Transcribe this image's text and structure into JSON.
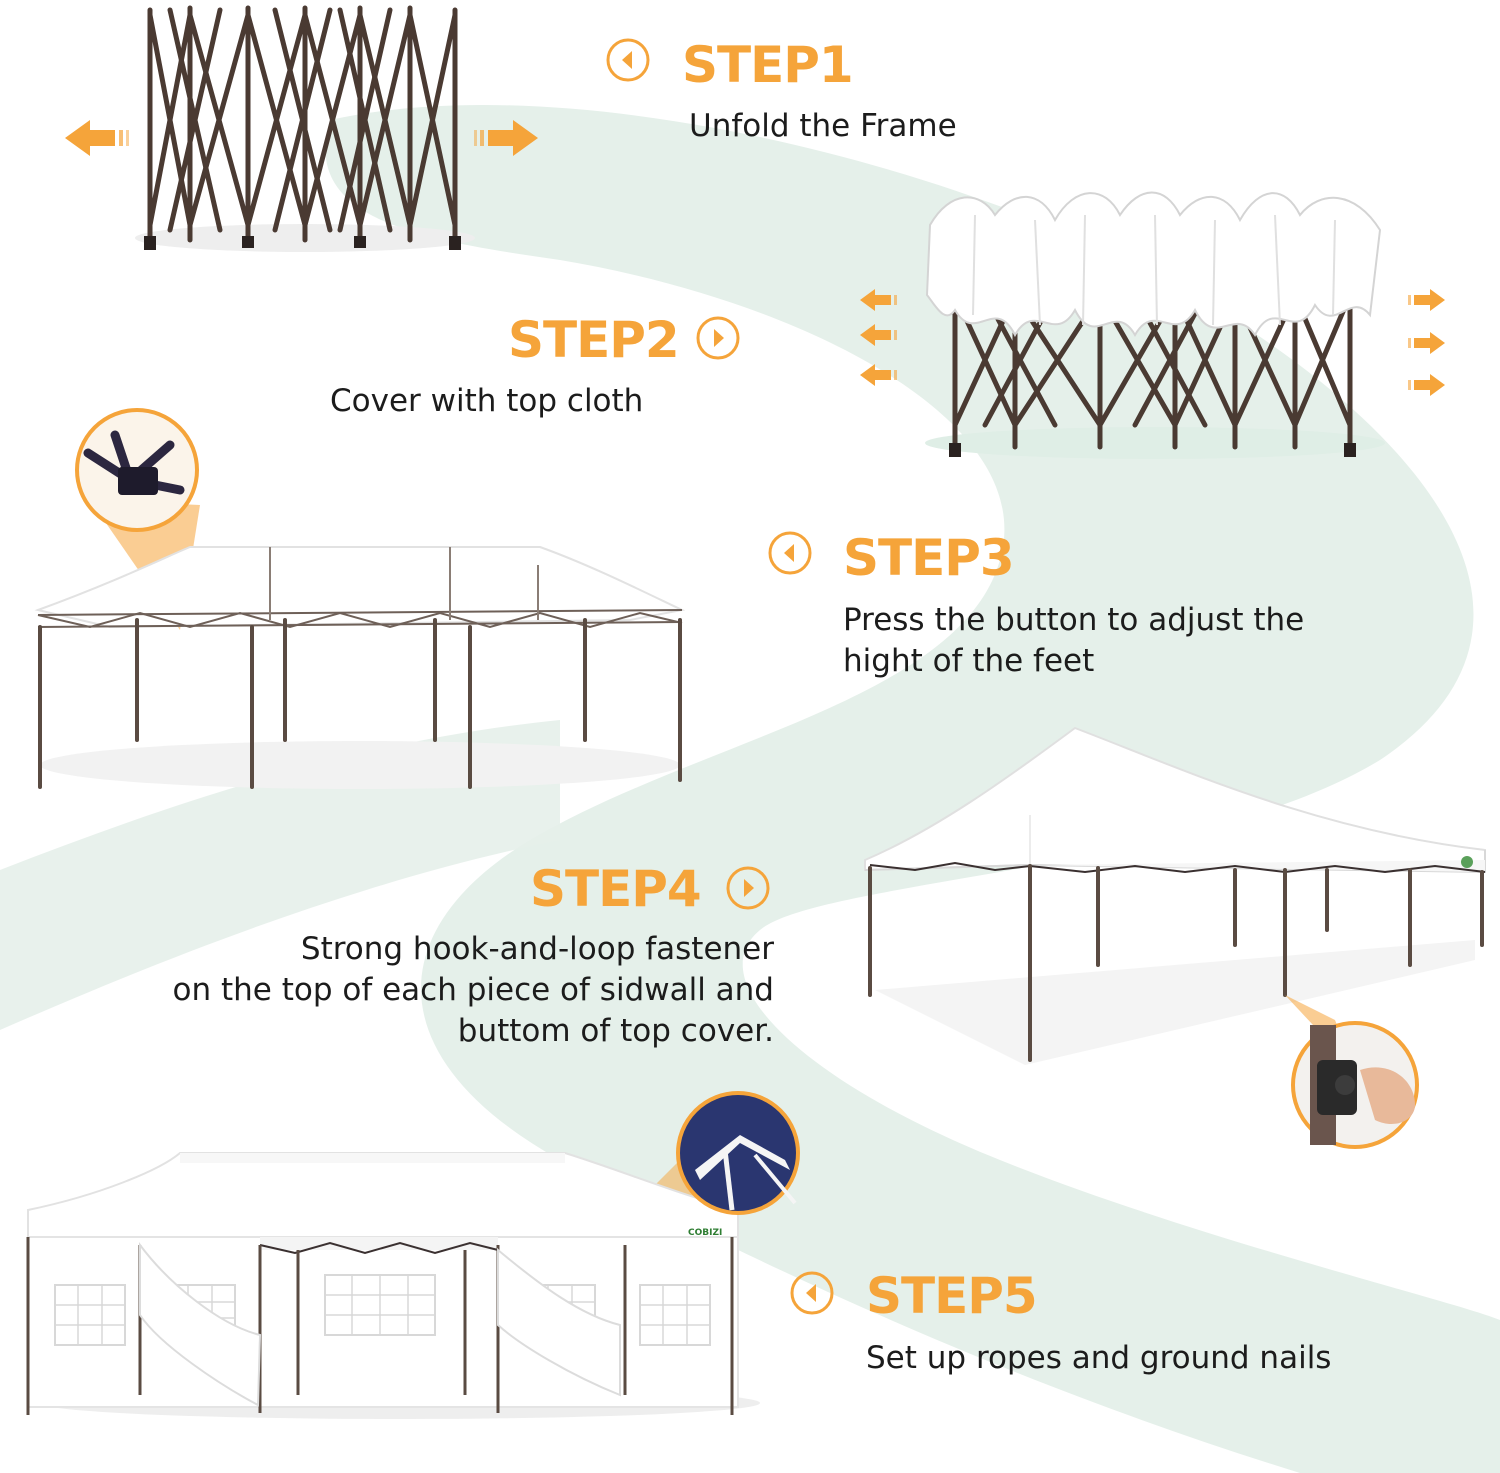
{
  "colors": {
    "accent": "#f5a43a",
    "accent_light": "#fbd09a",
    "band": "#e5f0ea",
    "frame": "#4a3a32",
    "canopy": "#ffffff",
    "text": "#1c1c1c",
    "sidewall_blue": "#2a3670"
  },
  "steps": [
    {
      "title": "STEP1",
      "icon": "chevron-left-circle-icon",
      "lines": [
        "Unfold the Frame"
      ]
    },
    {
      "title": "STEP2",
      "icon": "chevron-right-circle-icon",
      "lines": [
        "Cover with top cloth"
      ]
    },
    {
      "title": "STEP3",
      "icon": "chevron-left-circle-icon",
      "lines": [
        "Press the button to adjust the",
        "hight of the feet"
      ]
    },
    {
      "title": "STEP4",
      "icon": "chevron-right-circle-icon",
      "lines": [
        "Strong hook-and-loop fastener",
        "on the top of each piece of sidwall and",
        "buttom of top cover."
      ]
    },
    {
      "title": "STEP5",
      "icon": "chevron-left-circle-icon",
      "lines": [
        "Set up ropes and ground nails"
      ]
    }
  ],
  "brand_mark": "COBIZI"
}
